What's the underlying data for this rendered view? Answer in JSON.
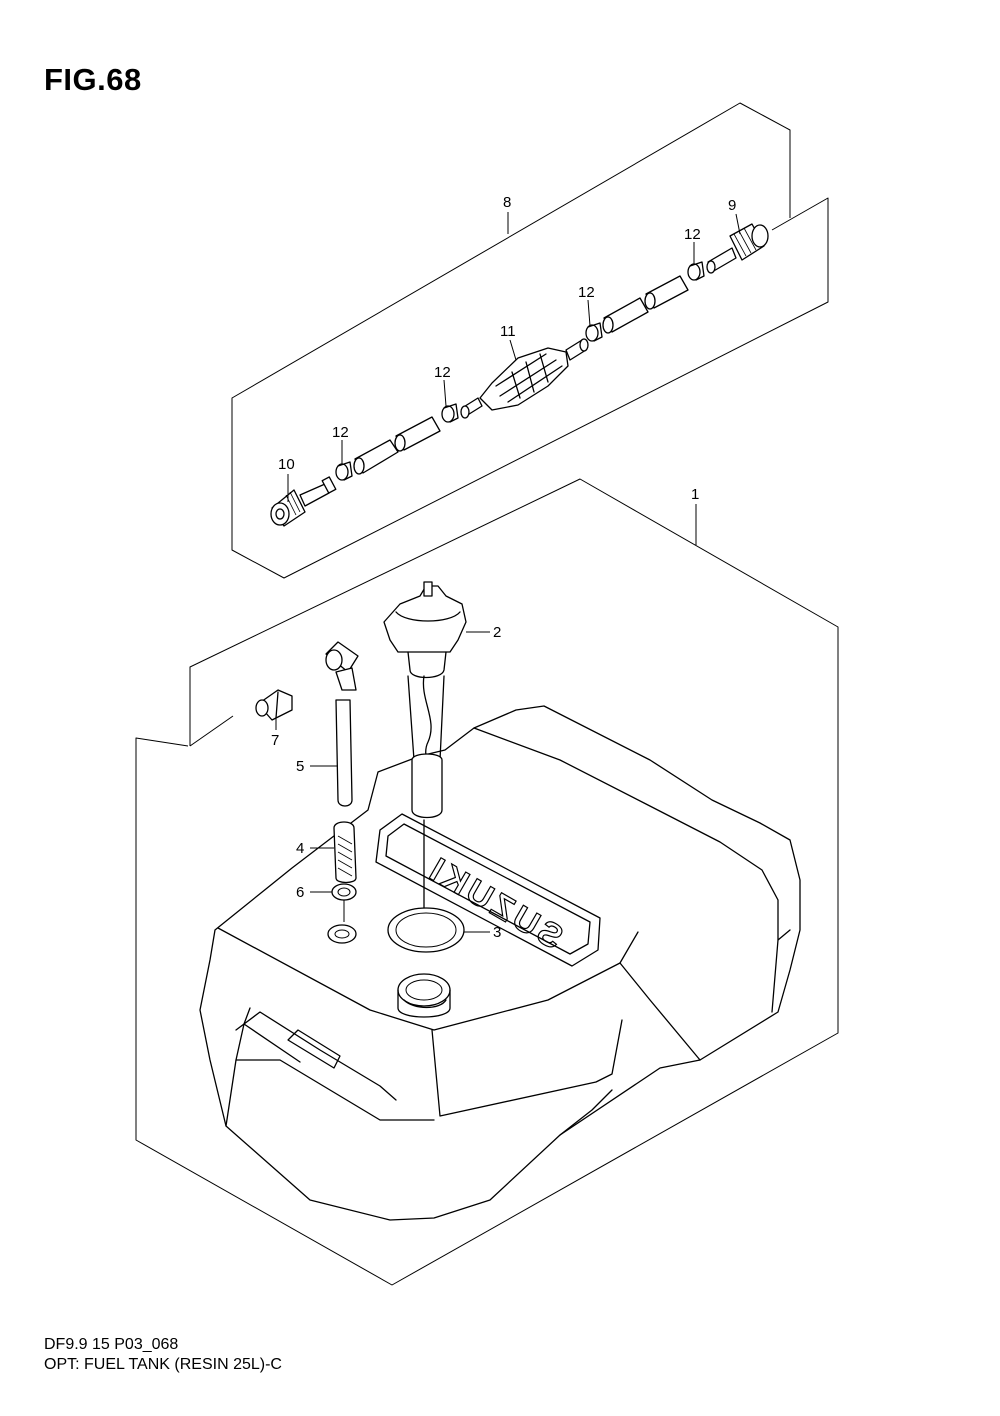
{
  "figure": {
    "title": "FIG.68",
    "footer_line1": "DF9.9 15 P03_068",
    "footer_line2": "OPT: FUEL TANK (RESIN 25L)-C"
  },
  "callouts": [
    {
      "id": "c1",
      "label": "1"
    },
    {
      "id": "c2",
      "label": "2"
    },
    {
      "id": "c3",
      "label": "3"
    },
    {
      "id": "c4",
      "label": "4"
    },
    {
      "id": "c5",
      "label": "5"
    },
    {
      "id": "c6",
      "label": "6"
    },
    {
      "id": "c7",
      "label": "7"
    },
    {
      "id": "c8",
      "label": "8"
    },
    {
      "id": "c9",
      "label": "9"
    },
    {
      "id": "c10",
      "label": "10"
    },
    {
      "id": "c11",
      "label": "11"
    },
    {
      "id": "c12a",
      "label": "12"
    },
    {
      "id": "c12b",
      "label": "12"
    },
    {
      "id": "c12c",
      "label": "12"
    },
    {
      "id": "c12d",
      "label": "12"
    }
  ],
  "tank_logo": "SUZUKI"
}
